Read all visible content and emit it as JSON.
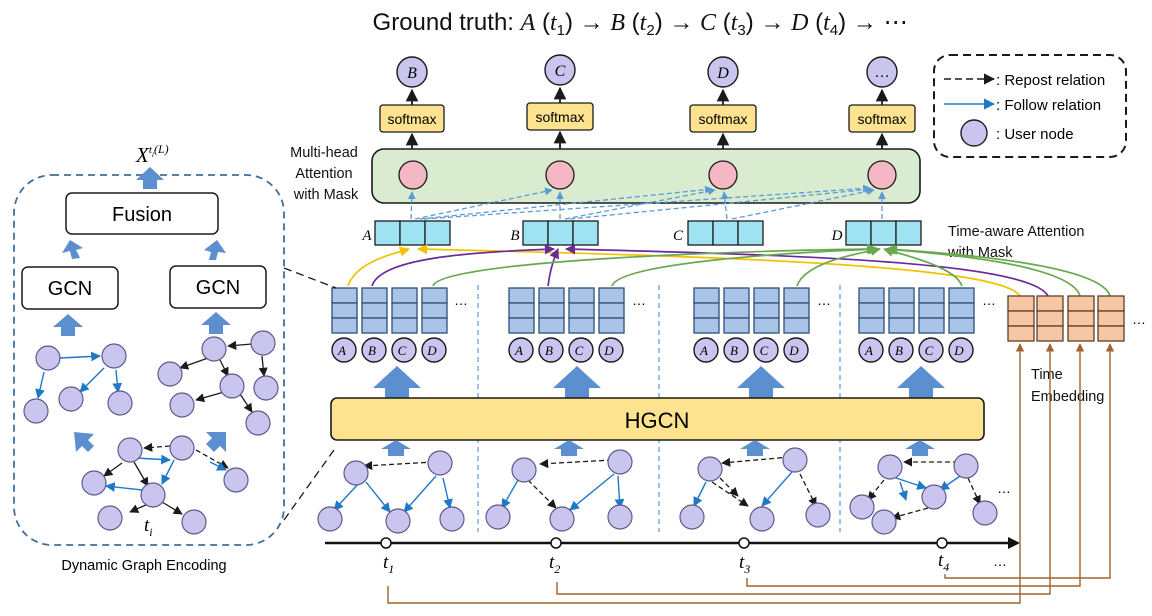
{
  "title": {
    "prefix": "Ground truth: ",
    "sequence": [
      {
        "user": "A",
        "time": "t",
        "sub": "1"
      },
      {
        "user": "B",
        "time": "t",
        "sub": "2"
      },
      {
        "user": "C",
        "time": "t",
        "sub": "3"
      },
      {
        "user": "D",
        "time": "t",
        "sub": "4"
      }
    ],
    "arrow": "→",
    "ellipsis": "⋯"
  },
  "legend": {
    "repost": ": Repost relation",
    "follow": ": Follow relation",
    "user_node": ": User node"
  },
  "outputs": [
    "B",
    "C",
    "D",
    "…"
  ],
  "softmax_label": "softmax",
  "attention_label": [
    "Multi-head",
    "Attention",
    "with Mask"
  ],
  "time_aware_label": [
    "Time-aware Attention",
    "with Mask"
  ],
  "emb_labels": [
    "A",
    "B",
    "C",
    "D"
  ],
  "hgcn_label": "HGCN",
  "time_embedding_label": [
    "Time",
    "Embedding"
  ],
  "dge": {
    "fusion": "Fusion",
    "gcn": "GCN",
    "x_label": "X",
    "x_sup": "(L)",
    "x_sub_t": "t",
    "x_sub_i": "i",
    "ti_t": "t",
    "ti_i": "i",
    "caption": "Dynamic Graph Encoding"
  },
  "user_nodes": [
    "A",
    "B",
    "C",
    "D"
  ],
  "timeline": [
    {
      "t": "t",
      "sub": "1"
    },
    {
      "t": "t",
      "sub": "2"
    },
    {
      "t": "t",
      "sub": "3"
    },
    {
      "t": "t",
      "sub": "4"
    }
  ],
  "ellipsis_dots": "…",
  "colors": {
    "follow": "#1f78c8",
    "repost": "#1a1a1a",
    "yellow_arc": "#f2c200",
    "purple_arc": "#6a2a9a",
    "green_arc": "#6aa84f",
    "brown_line": "#a0632f",
    "dashed_attn": "#5b9bd5",
    "hgcn_fill": "#fde38f",
    "attn_fill": "#d9ecd0",
    "softmax_fill": "#fde38f",
    "output_node": "#c9c5ee",
    "attn_node": "#f3b8c3",
    "block_arrow": "#5b8fcf"
  }
}
